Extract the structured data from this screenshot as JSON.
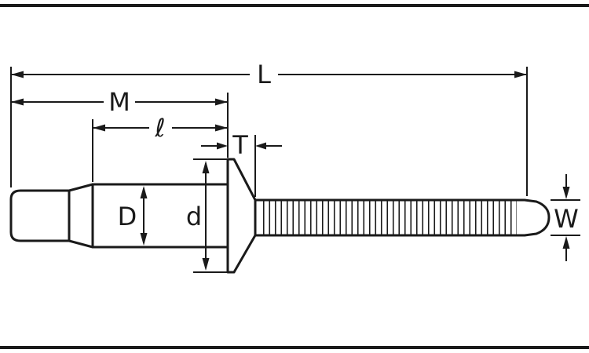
{
  "diagram": {
    "title": "blind-rivet-dimension-diagram",
    "labels": {
      "overall_length": "L",
      "length_to_flange": "M",
      "body_length": "ℓ",
      "flange_thickness": "T",
      "body_diameter": "D",
      "flange_diameter": "d",
      "mandrel_diameter": "W"
    },
    "colors": {
      "line": "#1a1a1a",
      "background": "#ffffff"
    }
  }
}
